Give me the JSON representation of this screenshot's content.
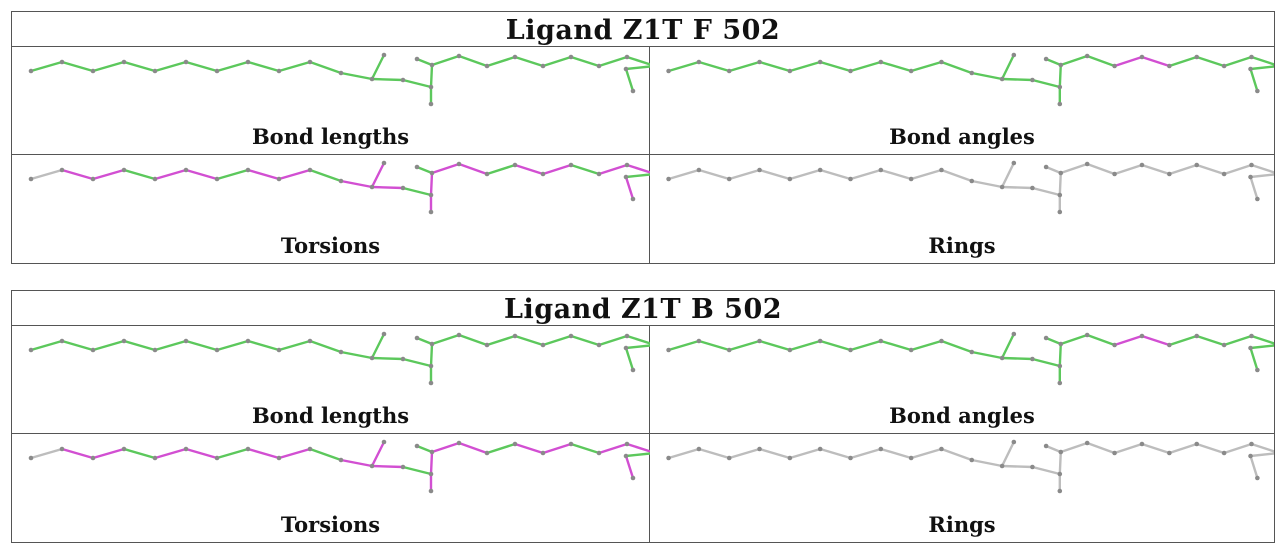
{
  "ligands": [
    {
      "title": "Ligand Z1T F 502",
      "panels": [
        {
          "caption": "Bond lengths",
          "scheme": "bonds"
        },
        {
          "caption": "Bond angles",
          "scheme": "angles"
        },
        {
          "caption": "Torsions",
          "scheme": "torsions"
        },
        {
          "caption": "Rings",
          "scheme": "rings"
        }
      ]
    },
    {
      "title": "Ligand Z1T B 502",
      "panels": [
        {
          "caption": "Bond lengths",
          "scheme": "bonds"
        },
        {
          "caption": "Bond angles",
          "scheme": "angles"
        },
        {
          "caption": "Torsions",
          "scheme": "torsions"
        },
        {
          "caption": "Rings",
          "scheme": "rings"
        }
      ]
    }
  ],
  "colors": {
    "good": "#5cc85c",
    "outlier": "#d24fd2",
    "neutral": "#bdbdbd",
    "atom": "#8a8a8a"
  }
}
